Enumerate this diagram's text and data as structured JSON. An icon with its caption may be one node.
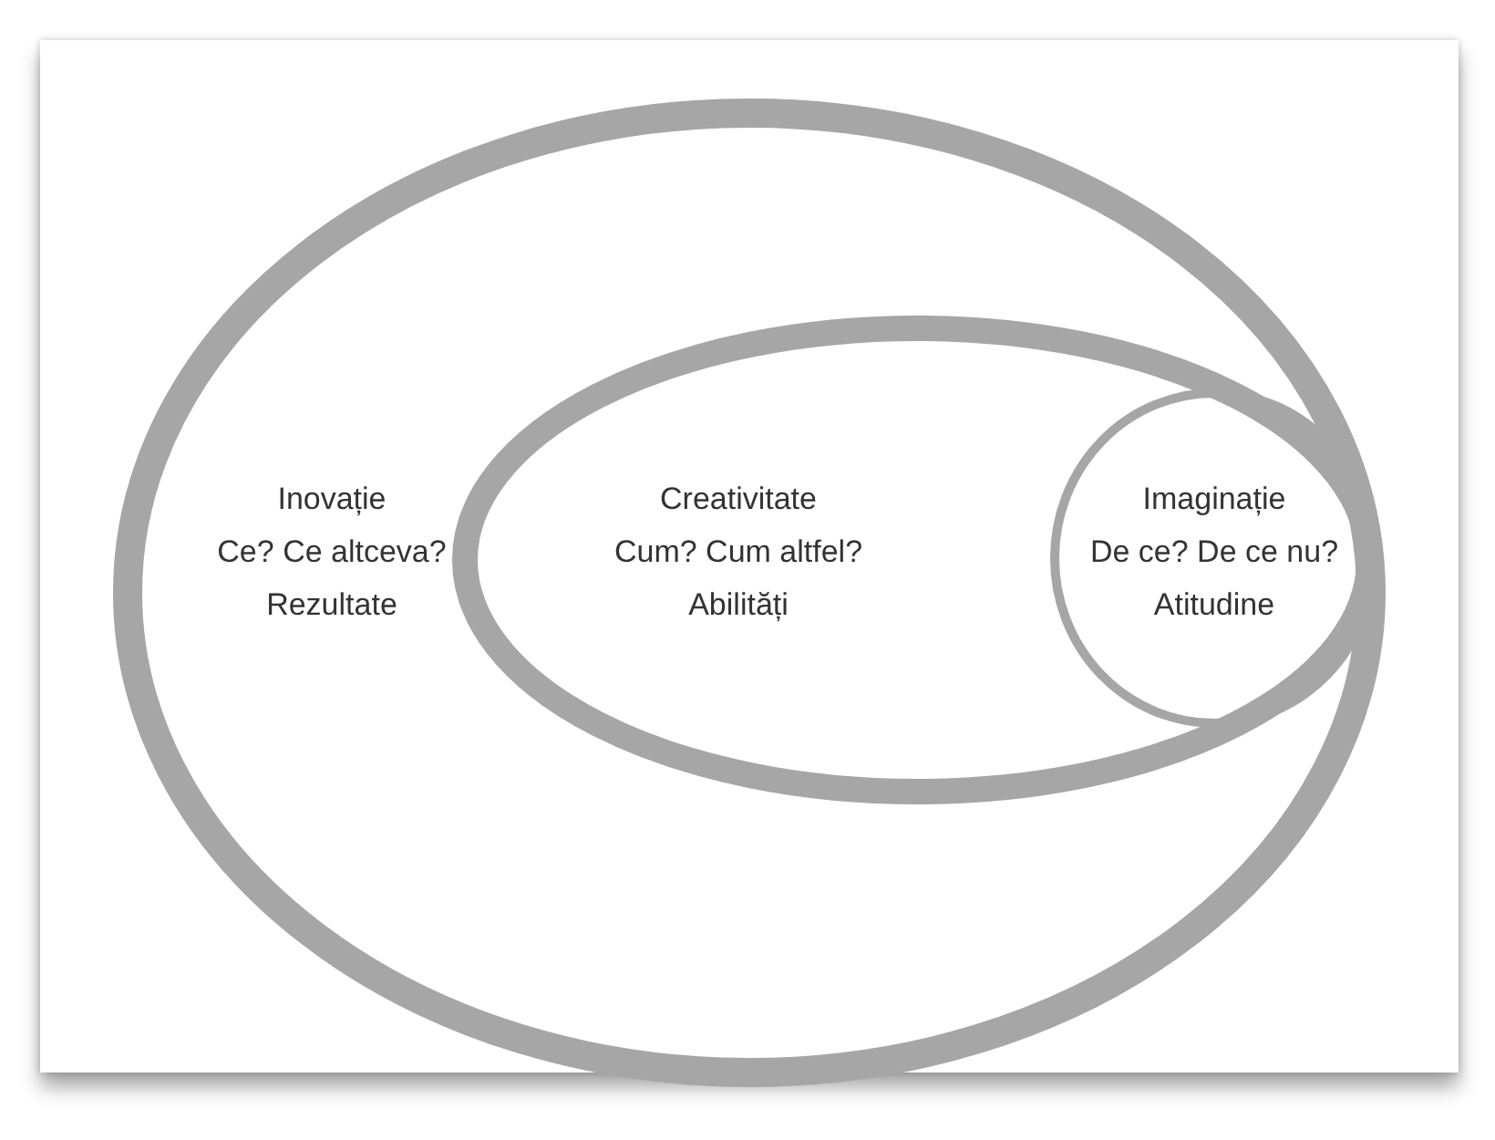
{
  "diagram": {
    "nodes": [
      {
        "text": [
          "Inovație",
          "Ce? Ce altceva?",
          "Rezultate"
        ]
      },
      {
        "text": [
          "Creativitate",
          "Cum? Cum altfel?",
          "Abilități"
        ],
        "in": 0
      },
      {
        "text": [
          "Imaginație",
          "De ce? De ce nu?",
          "Atitudine"
        ],
        "in": 1
      }
    ]
  }
}
